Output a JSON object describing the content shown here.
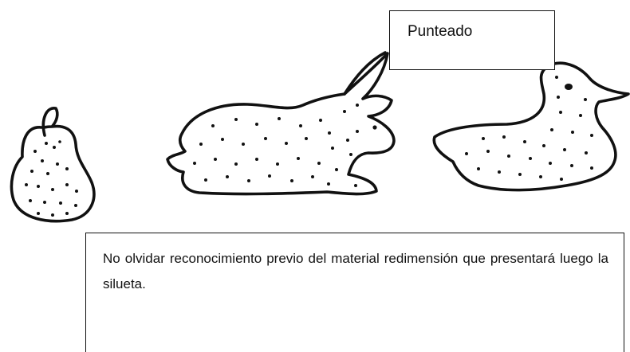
{
  "title_box": {
    "text": "Punteado"
  },
  "note_box": {
    "text": "No olvidar reconocimiento previo del material redimensión que presentará luego la silueta."
  },
  "figures": [
    {
      "name": "pear",
      "fill_pattern": "dots"
    },
    {
      "name": "rabbit",
      "fill_pattern": "dots"
    },
    {
      "name": "duck",
      "fill_pattern": "dots"
    }
  ],
  "colors": {
    "ink": "#111111",
    "background": "#ffffff"
  }
}
